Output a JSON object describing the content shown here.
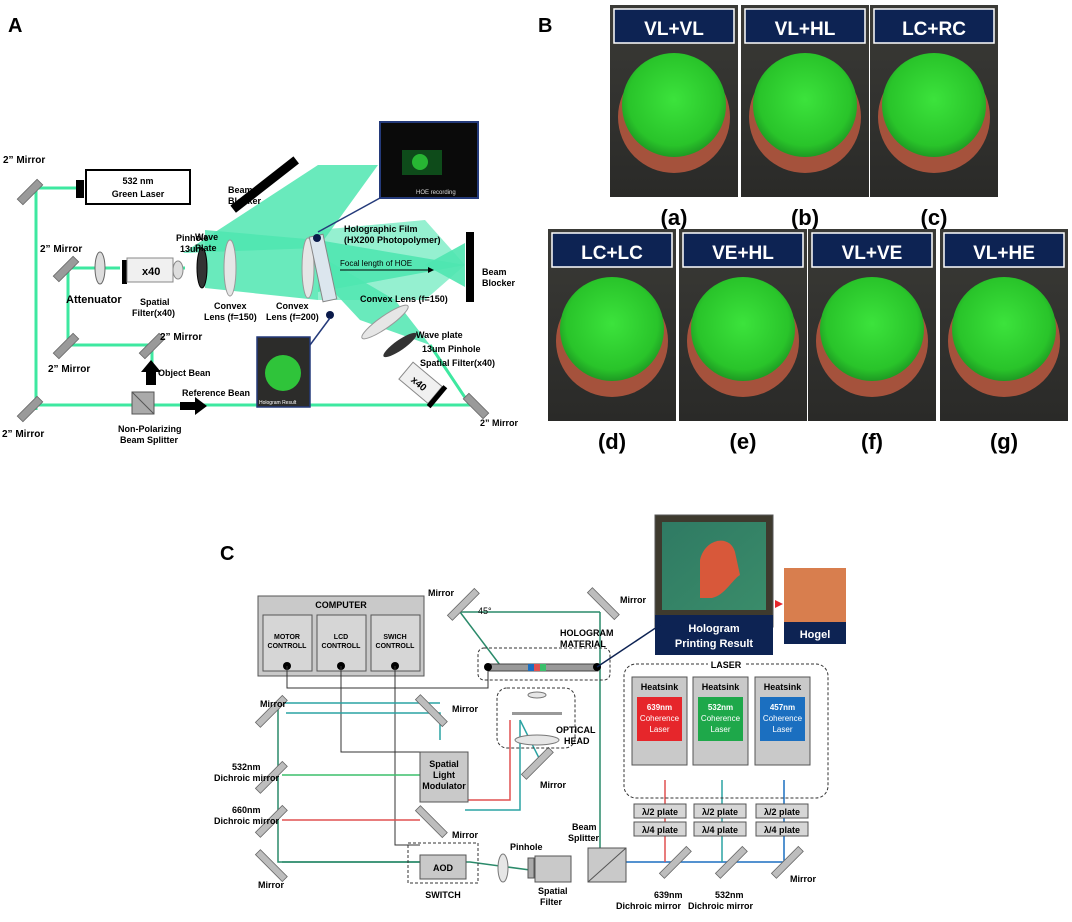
{
  "panel_letters": {
    "a": "A",
    "b": "B",
    "c": "C"
  },
  "colors": {
    "beam": "#3ee8a0",
    "beam_fill": "#4fe6b0",
    "box_gray": "#c8c8c8",
    "dark_navy": "#0d2353",
    "red_laser": "#e6262b",
    "green_laser": "#1ea84a",
    "blue_laser": "#1b6fc0"
  },
  "panelA": {
    "laser": {
      "line1": "532 nm",
      "line2": "Green Laser"
    },
    "mirror_2in": "2” Mirror",
    "attenuator": "Attenuator",
    "pinhole": {
      "l1": "Pinhole",
      "l2": "13um"
    },
    "x40": "x40",
    "spatial_filter": {
      "l1": "Spatial",
      "l2": "Filter(x40)"
    },
    "wave_plate": {
      "l1": "Wave",
      "l2": "Plate"
    },
    "convex150": {
      "l1": "Convex",
      "l2": "Lens (f=150)"
    },
    "convex200": {
      "l1": "Convex",
      "l2": "Lens (f=200)"
    },
    "beam_blocker": {
      "l1": "Beam",
      "l2": "Blocker"
    },
    "film": {
      "l1": "Holographic Film",
      "l2": "(HX200 Photopolymer)"
    },
    "focal": "Focal length of HOE",
    "convex150b": "Convex Lens (f=150)",
    "wave_plate2": "Wave plate",
    "pinhole2": "13um Pinhole",
    "spatial2": "Spatial Filter(x40)",
    "object_beam": "Object Bean",
    "reference_beam": "Reference Bean",
    "splitter": {
      "l1": "Non-Polarizing",
      "l2": "Beam Splitter"
    },
    "hoe_recording": "HOE recording",
    "hologram_result": "Hologram Result"
  },
  "panelB": {
    "tiles": [
      {
        "title": "VL+VL",
        "caption": "(a)"
      },
      {
        "title": "VL+HL",
        "caption": "(b)"
      },
      {
        "title": "LC+RC",
        "caption": "(c)"
      },
      {
        "title": "LC+LC",
        "caption": "(d)"
      },
      {
        "title": "VE+HL",
        "caption": "(e)"
      },
      {
        "title": "VL+VE",
        "caption": "(f)"
      },
      {
        "title": "VL+HE",
        "caption": "(g)"
      }
    ]
  },
  "panelC": {
    "computer": "COMPUTER",
    "motor": {
      "l1": "MOTOR",
      "l2": "CONTROLL"
    },
    "lcd": {
      "l1": "LCD",
      "l2": "CONTROLL"
    },
    "swich": {
      "l1": "SWICH",
      "l2": "CONTROLL"
    },
    "mirror": "Mirror",
    "angle": "45°",
    "hologram_material": {
      "l1": "HOLOGRAM",
      "l2": "MATERIAL"
    },
    "optical_head": {
      "l1": "OPTICAL",
      "l2": "HEAD"
    },
    "slm": {
      "l1": "Spatial",
      "l2": "Light",
      "l3": "Modulator"
    },
    "dichroic532": {
      "l1": "532nm",
      "l2": "Dichroic mirror"
    },
    "dichroic660": {
      "l1": "660nm",
      "l2": "Dichroic mirror"
    },
    "aod": "AOD",
    "switch": "SWITCH",
    "pinhole": "Pinhole",
    "spatial_filter": {
      "l1": "Spatial",
      "l2": "Filter"
    },
    "beam_splitter": {
      "l1": "Beam",
      "l2": "Splitter"
    },
    "dm639": {
      "l1": "639nm",
      "l2": "Dichroic mirror"
    },
    "dm532": {
      "l1": "532nm",
      "l2": "Dichroic mirror"
    },
    "laser": "LASER",
    "heatsink": "Heatsink",
    "lasers": [
      {
        "l1": "639nm",
        "l2": "Coherence",
        "l3": "Laser"
      },
      {
        "l1": "532nm",
        "l2": "Coherence",
        "l3": "Laser"
      },
      {
        "l1": "457nm",
        "l2": "Coherence",
        "l3": "Laser"
      }
    ],
    "half_plate": "λ/2 plate",
    "quarter_plate": "λ/4 plate",
    "printing_result": {
      "l1": "Hologram",
      "l2": "Printing Result"
    },
    "hogel": "Hogel"
  }
}
